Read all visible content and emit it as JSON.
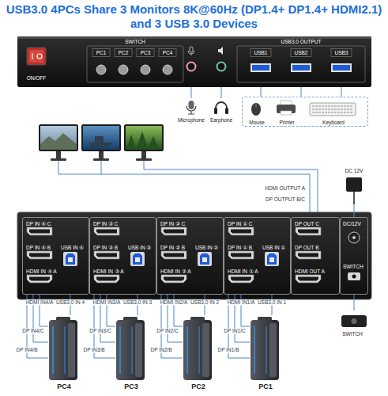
{
  "diagram": {
    "title": "USB3.0 4PCs Share 3 Monitors 8K@60Hz (DP1.4+ DP1.4+ HDMI2.1) and 3 USB 3.0 Devices",
    "nodes": [
      {
        "text": [
          "SWITCH",
          "USB3.0 OUTPUT"
        ]
      },
      {
        "text": [
          "Microphone"
        ]
      },
      {
        "text": [
          "Earphone"
        ]
      },
      {
        "text": [
          "Mouse",
          "Printer",
          "Keyboard"
        ]
      },
      {
        "text": [
          "DC 12V"
        ]
      },
      {
        "text": [
          "DP IN ④ C",
          "DP IN ④ B",
          "HDMI IN ④ A",
          "USB IN ④"
        ]
      },
      {
        "text": [
          "DP IN ③ C",
          "DP IN ③ B",
          "HDMI IN ③ A",
          "USB IN ③"
        ]
      },
      {
        "text": [
          "DP IN ② C",
          "DP IN ② B",
          "HDMI IN ② A",
          "USB IN ②"
        ]
      },
      {
        "text": [
          "DP IN ① C",
          "DP IN ① B",
          "HDMI IN ① A",
          "USB IN ①"
        ]
      },
      {
        "text": [
          "DP OUT C",
          "DP OUT B",
          "HDMI OUT A"
        ]
      },
      {
        "text": [
          "DC/12V",
          "SWITCH"
        ]
      },
      {
        "text": [
          "PC4"
        ]
      },
      {
        "text": [
          "PC3"
        ]
      },
      {
        "text": [
          "PC2"
        ]
      },
      {
        "text": [
          "PC1"
        ]
      },
      {
        "text": [
          "SWITCH"
        ]
      }
    ],
    "edges": [
      {
        "from": 1,
        "to": 0,
        "arrow": "none"
      },
      {
        "from": 2,
        "to": 0,
        "arrow": "none"
      },
      {
        "from": 3,
        "to": 0,
        "arrow": "none"
      },
      {
        "from": 4,
        "to": 10,
        "arrow": "none"
      },
      {
        "from": 11,
        "to": 5,
        "label": "HDMI IN4/A",
        "arrow": "none"
      },
      {
        "from": 11,
        "to": 5,
        "label": "USB3.0 IN 4",
        "arrow": "none"
      },
      {
        "from": 11,
        "to": 5,
        "label": "DP IN4/C",
        "arrow": "none"
      },
      {
        "from": 11,
        "to": 5,
        "label": "DP IN4/B",
        "arrow": "none"
      },
      {
        "from": 12,
        "to": 6,
        "label": "HDMI IN3/A",
        "arrow": "none"
      },
      {
        "from": 12,
        "to": 6,
        "label": "USB3.0 IN 3",
        "arrow": "none"
      },
      {
        "from": 12,
        "to": 6,
        "label": "DP IN3/C",
        "arrow": "none"
      },
      {
        "from": 12,
        "to": 6,
        "label": "DP IN3/B",
        "arrow": "none"
      },
      {
        "from": 13,
        "to": 7,
        "label": "HDMI IN2/A",
        "arrow": "none"
      },
      {
        "from": 13,
        "to": 7,
        "label": "USB3.0 IN 2",
        "arrow": "none"
      },
      {
        "from": 13,
        "to": 7,
        "label": "DP IN2/C",
        "arrow": "none"
      },
      {
        "from": 13,
        "to": 7,
        "label": "DP IN2/B",
        "arrow": "none"
      },
      {
        "from": 14,
        "to": 8,
        "label": "HDMI IN1/A",
        "arrow": "none"
      },
      {
        "from": 14,
        "to": 8,
        "label": "USB3.0 IN 1",
        "arrow": "none"
      },
      {
        "from": 14,
        "to": 8,
        "label": "DP IN1/C",
        "arrow": "none"
      },
      {
        "from": 14,
        "to": 8,
        "label": "DP IN1/B",
        "arrow": "none"
      },
      {
        "from": 15,
        "to": 10,
        "arrow": "none"
      }
    ],
    "labels": [
      "ON/OFF",
      "PC1",
      "PC2",
      "PC3",
      "PC4",
      "USB1",
      "USB2",
      "USB3",
      "HDMI OUTPUT A",
      "DP OUTPUT B/C"
    ]
  }
}
